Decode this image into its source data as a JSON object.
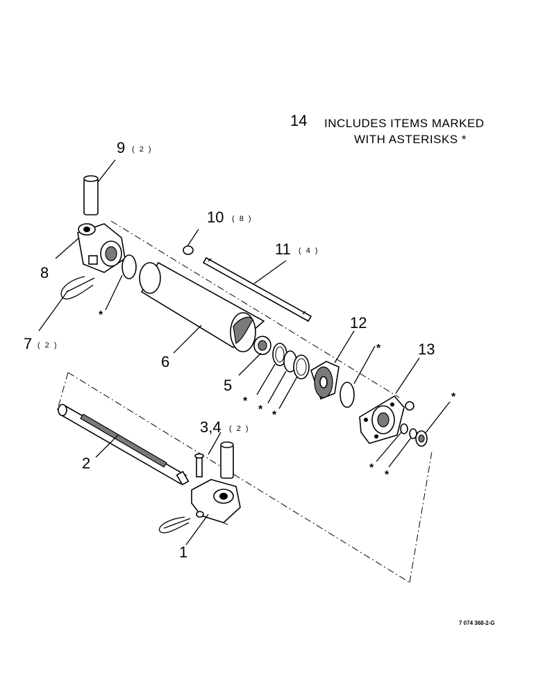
{
  "note": {
    "number": "14",
    "line1": "INCLUDES ITEMS MARKED",
    "line2": "WITH ASTERISKS *"
  },
  "figure_id": "7 074 368-2-G",
  "callouts": {
    "c1": "1",
    "c2": "2",
    "c34": "3,4",
    "c34_qty": "( 2 )",
    "c5": "5",
    "c6": "6",
    "c7": "7",
    "c7_qty": "( 2 )",
    "c8": "8",
    "c9": "9",
    "c9_qty": "( 2 )",
    "c10": "10",
    "c10_qty": "( 8 )",
    "c11": "11",
    "c11_qty": "( 4 )",
    "c12": "12",
    "c13": "13"
  },
  "asterisk": "*"
}
